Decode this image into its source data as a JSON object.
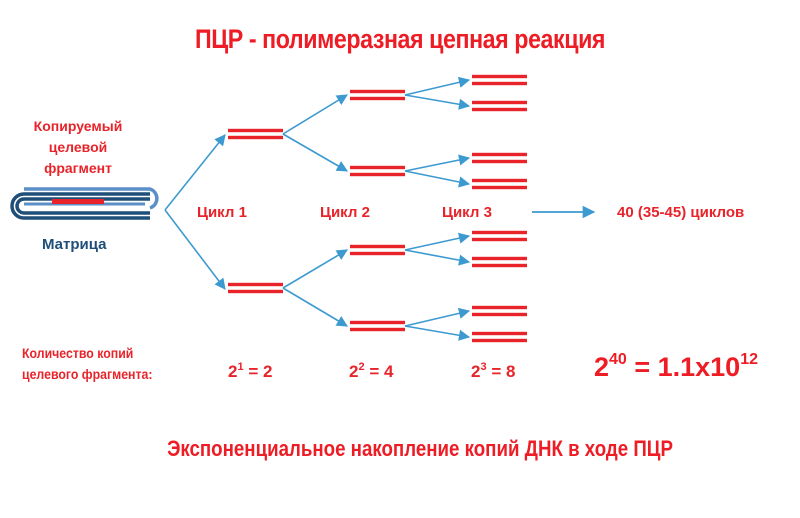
{
  "title": "ПЦР - полимеразная цепная реакция",
  "template": {
    "fragment_label_lines": [
      "Копируемый",
      "целевой",
      "фрагмент"
    ],
    "matrix_label": "Матрица"
  },
  "cycles": [
    "Цикл 1",
    "Цикл 2",
    "Цикл 3"
  ],
  "final_cycles": "40 (35-45) циклов",
  "copies_label_lines": [
    "Количество   копий",
    "целевого фрагмента:"
  ],
  "powers": [
    {
      "base": "2",
      "exp": "1",
      "result": " = 2"
    },
    {
      "base": "2",
      "exp": "2",
      "result": " = 4"
    },
    {
      "base": "2",
      "exp": "3",
      "result": " = 8"
    }
  ],
  "final_power": {
    "base": "2",
    "exp": "40",
    "mid": " = 1.1x10",
    "exp2": "12"
  },
  "footer": "Экспоненциальное накопление копий ДНК в ходе ПЦР",
  "colors": {
    "red": "#ee1c24",
    "strand_red": "#e8232a",
    "blue": "#1f4e79",
    "arrow_blue": "#3d9ad1"
  },
  "copies_per_cycle": [
    2,
    4,
    8
  ]
}
